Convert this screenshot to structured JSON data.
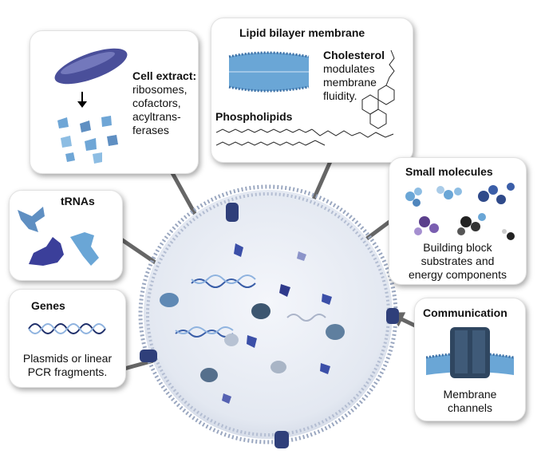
{
  "cell_extract": {
    "title": "Cell extract:",
    "lines": [
      "ribosomes,",
      "cofactors,",
      "acyltrans-",
      "ferases"
    ]
  },
  "lipid": {
    "title": "Lipid bilayer membrane",
    "cholesterol_title": "Cholesterol",
    "cholesterol_lines": [
      "modulates",
      "membrane",
      "fluidity."
    ],
    "phospholipids": "Phospholipids"
  },
  "small_molecules": {
    "title": "Small molecules",
    "lines": [
      "Building block",
      "substrates and",
      "energy components"
    ]
  },
  "trnas": {
    "title": "tRNAs"
  },
  "genes": {
    "title": "Genes",
    "lines": [
      "Plasmids or linear",
      "PCR fragments."
    ]
  },
  "communication": {
    "title": "Communication",
    "lines": [
      "Membrane",
      "channels"
    ]
  },
  "colors": {
    "dark_blue": "#2b3f8c",
    "light_blue": "#6aa6d6",
    "arrow_gray": "#666666",
    "vesicle_fill": "#eef1f7"
  }
}
